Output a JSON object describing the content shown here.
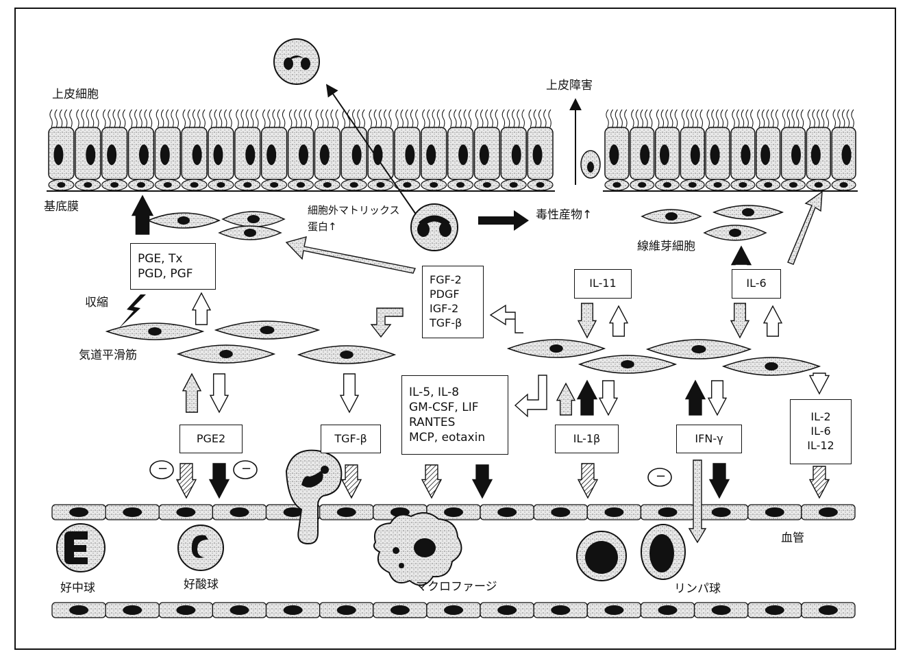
{
  "labels": {
    "epithelial_cells": "上皮細胞",
    "epithelial_damage": "上皮障害",
    "basement_membrane": "基底膜",
    "ecm_protein_line1": "細胞外マトリックス",
    "ecm_protein_line2": "蛋白↑",
    "toxic_products": "毒性産物↑",
    "fibroblast": "線維芽細胞",
    "contraction": "収縮",
    "airway_smooth_muscle": "気道平滑筋",
    "blood_vessel": "血管",
    "neutrophil": "好中球",
    "eosinophil": "好酸球",
    "macrophage": "マクロファージ",
    "lymphocyte": "リンパ球"
  },
  "boxes": {
    "prostaglandins": [
      "PGE, Tx",
      "PGD, PGF"
    ],
    "growth_factors": [
      "FGF-2",
      "PDGF",
      "IGF-2",
      "TGF-β"
    ],
    "il11": "IL-11",
    "il6": "IL-6",
    "chemokines": [
      "IL-5, IL-8",
      "GM-CSF, LIF",
      "RANTES",
      "MCP, eotaxin"
    ],
    "pge2": "PGE2",
    "tgfb": "TGF-β",
    "il1b": "IL-1β",
    "ifng": "IFN-γ",
    "interleukins": [
      "IL-2",
      "IL-6",
      "IL-12"
    ]
  },
  "inhibition_symbol": "−",
  "colors": {
    "ink": "#111111",
    "stipple": "#d8d8d8",
    "paper": "#ffffff"
  }
}
